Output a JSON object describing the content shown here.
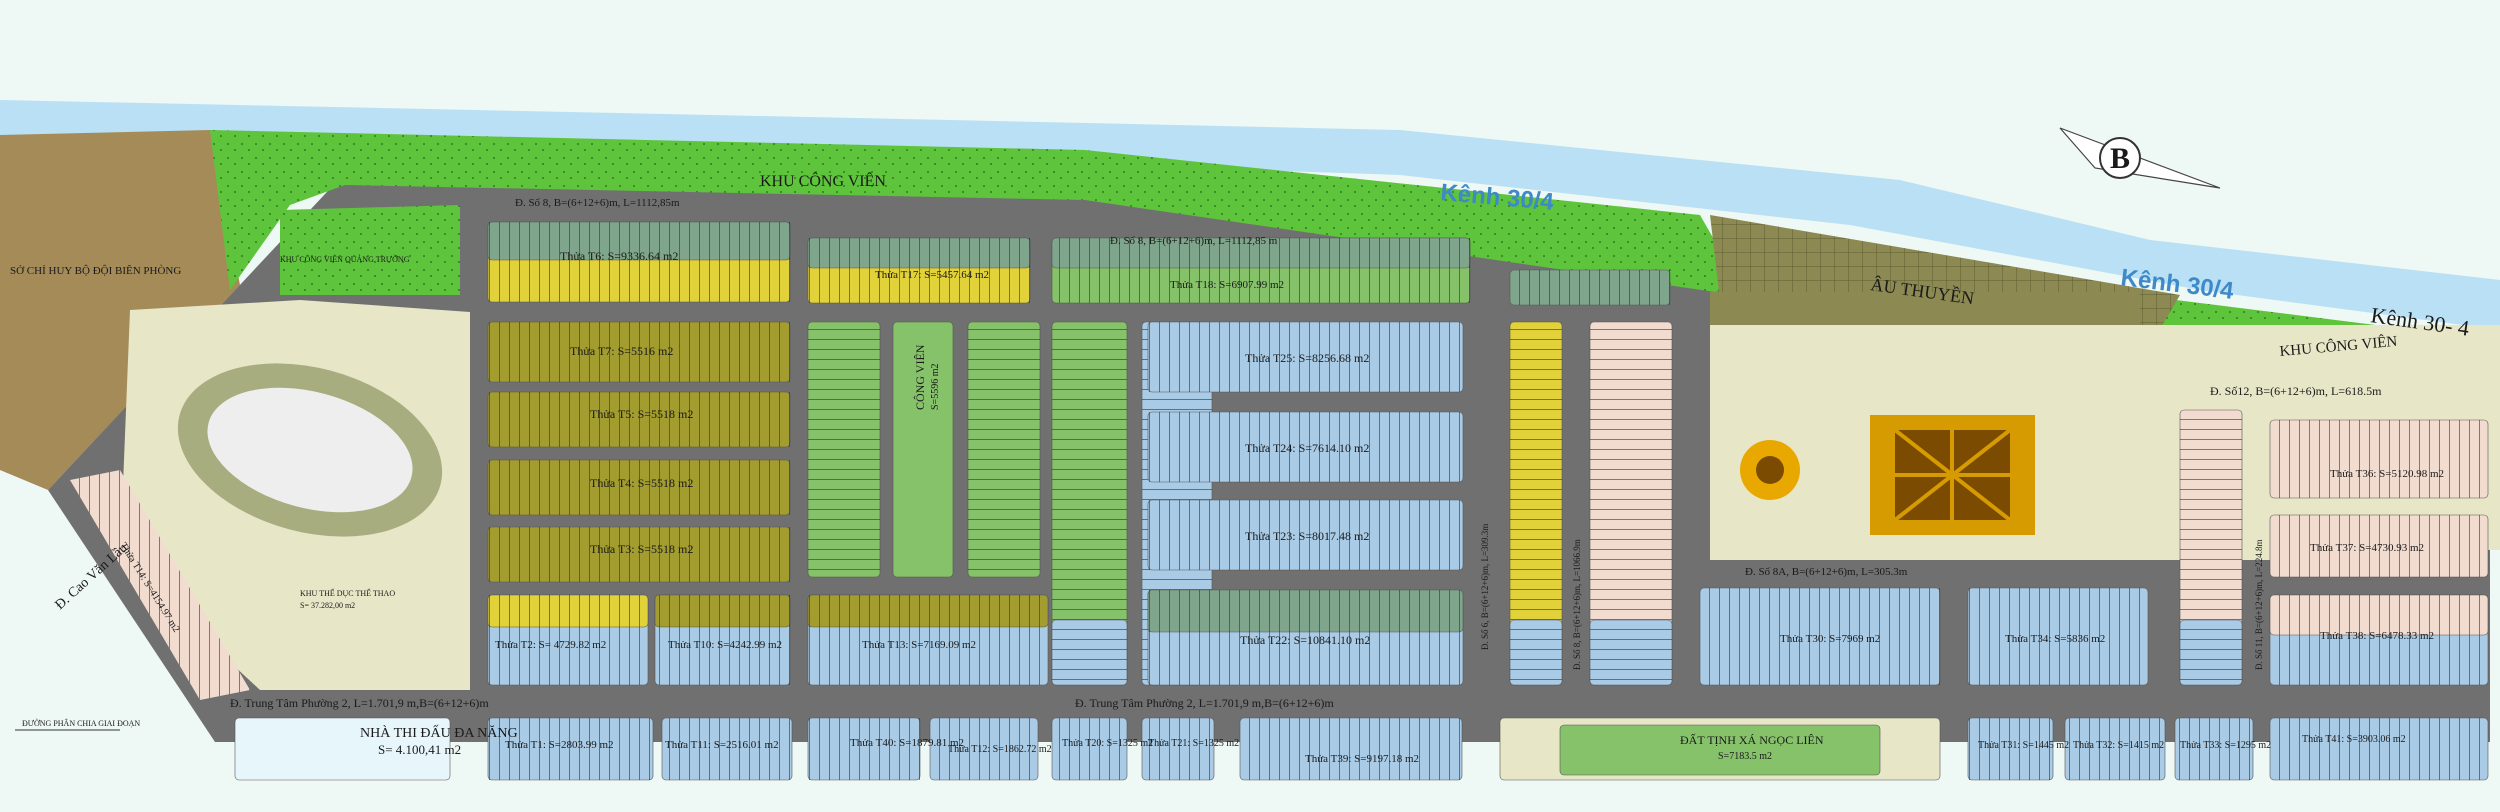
{
  "colors": {
    "canal": "#b9e0f5",
    "park": "#5ec43c",
    "road": "#707070",
    "blue_lot": "#a9cbe6",
    "yellow_lot": "#e2d23a",
    "olive_lot": "#a39c2e",
    "green_lot": "#86c26a",
    "teal_lot": "#7fa68c",
    "pink_lot": "#f2dcd0",
    "base": "#e7e6c7",
    "brown": "#a48b58"
  },
  "canals": [
    "Kênh 30/4",
    "Kênh 30/4",
    "Kênh 30- 4"
  ],
  "parks": [
    "KHU CÔNG VIÊN",
    "KHU CÔNG VIÊN"
  ],
  "compass": "B",
  "areas": {
    "military": "SỞ CHỈ HUY BỘ ĐỘI BIÊN PHÒNG",
    "boats": "ÂU THUYỀN",
    "park_square": "KHU CÔNG VIÊN QUẢNG TRƯỜNG",
    "sports": "KHU THỂ DỤC THỂ THAO",
    "sports_area": "S= 37.282,00 m2",
    "green_strip": "CÔNG VIÊN",
    "green_strip_area": "S=5596 m2"
  },
  "roads": {
    "top_left": "Đ. Số 8, B=(6+12+6)m, L=1112,85m",
    "top_mid": "Đ. Số 8, B=(6+12+6)m, L=1112,85 m",
    "right_top": "Đ. Số12, B=(6+12+6)m, L=618.5m",
    "mid_8a": "Đ. Số 8A, B=(6+12+6)m, L=305.3m",
    "bottom_left": "Đ. Trung Tâm Phường 2, L=1.701,9 m,B=(6+12+6)m",
    "bottom_mid": "Đ. Trung Tâm Phường 2, L=1.701,9 m,B=(6+12+6)m",
    "cao_van_lau": "Đ. Cao Văn Lầu",
    "stage_line": "ĐƯỜNG PHÂN CHIA GIAI ĐOẠN",
    "v_so6": "Đ. Số 6, B=(6+12+6)m, L=309.3m",
    "v_so8": "Đ. Số 8, B=(6+12+6)m, L=1066.9m",
    "v_so11": "Đ. Số 11, B=(6+12+6)m, L=224.8m"
  },
  "gym": {
    "title": "NHÀ THI ĐẤU ĐA NĂNG",
    "area": "S= 4.100,41 m2"
  },
  "temple": {
    "title": "ĐẤT TỊNH XÁ NGỌC LIÊN",
    "area": "S=7183.5 m2"
  },
  "lots": {
    "t6": "Thửa T6: S=9336.64 m2",
    "t17": "Thửa T17: S=5457.64 m2",
    "t18": "Thửa T18: S=6907.99 m2",
    "t7": "Thửa T7: S=5516 m2",
    "t5": "Thửa T5: S=5518 m2",
    "t4": "Thửa T4: S=5518 m2",
    "t3": "Thửa T3: S=5518 m2",
    "t2": "Thửa T2: S= 4729.82 m2",
    "t10": "Thửa T10: S=4242.99 m2",
    "t13": "Thửa T13: S=7169.09 m2",
    "t25": "Thửa T25: S=8256.68 m2",
    "t24": "Thửa T24: S=7614.10 m2",
    "t23": "Thửa T23: S=8017.48 m2",
    "t22": "Thửa T22: S=10841.10 m2",
    "t30": "Thửa T30: S=7969 m2",
    "t34": "Thửa T34: S=5836 m2",
    "t36": "Thửa T36: S=5120.98 m2",
    "t37": "Thửa T37: S=4730.93 m2",
    "t38": "Thửa T38: S=6478.33 m2",
    "t1": "Thửa T1: S=2803.99 m2",
    "t11": "Thửa T11: S=2516.01 m2",
    "t40": "Thửa T40: S=1879.81 m2",
    "t12": "Thửa T12: S=1862.72 m2",
    "t20": "Thửa T20: S=1325 m2",
    "t21": "Thửa T21: S=1325 m2",
    "t39": "Thửa T39: S=9197.18 m2",
    "t31": "Thửa T31: S=1445 m2",
    "t32": "Thửa T32: S=1415 m2",
    "t33": "Thửa T33: S=1295 m2",
    "t41": "Thửa T41: S=3903.06 m2",
    "t14": "Thửa T14: S=4154.97 m2"
  }
}
